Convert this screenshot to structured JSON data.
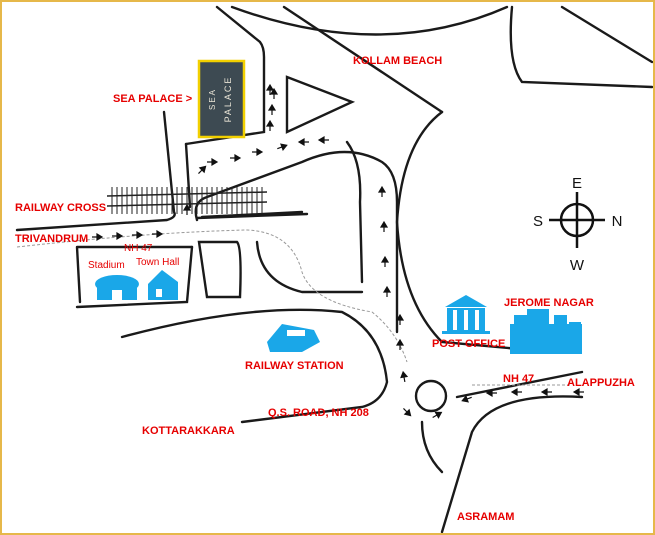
{
  "map": {
    "labels": {
      "kollam_beach": "KOLLAM BEACH",
      "sea_palace": "SEA PALACE  >",
      "railway_cross": "RAILWAY CROSS",
      "trivandrum": "TRIVANDRUM",
      "nh47_west": "NH 47",
      "stadium": "Stadium",
      "town_hall": "Town Hall",
      "railway_station": "RAILWAY STATION",
      "post_office": "POST OFFICE",
      "jerome_nagar": "JEROME NAGAR",
      "nh47_east": "NH 47",
      "alappuzha": "ALAPPUZHA",
      "kottarakkara": "KOTTARAKKARA",
      "qs_road": "Q.S. ROAD, NH 208",
      "asramam": "ASRAMAM"
    },
    "logo": {
      "line1": "SEA",
      "line2": "PALACE"
    },
    "compass": {
      "e": "E",
      "s": "S",
      "n": "N",
      "w": "W"
    },
    "colors": {
      "label": "#e60000",
      "icon": "#1aa7e8",
      "border": "#e6b84a",
      "logo_bg": "#3d4a52",
      "logo_border": "#f2d000"
    }
  }
}
